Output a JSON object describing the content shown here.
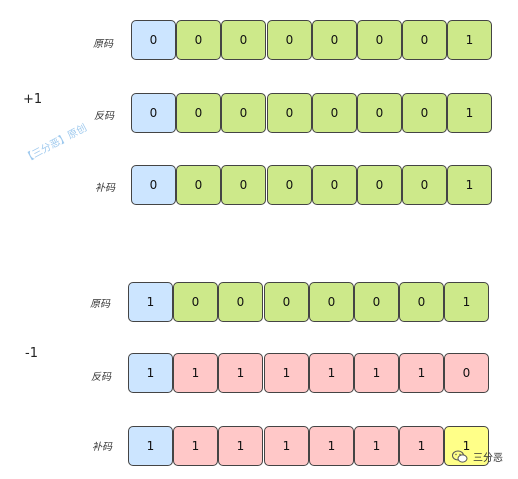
{
  "groups": [
    {
      "label": "+1",
      "rows": [
        {
          "name": "原码",
          "bits": [
            "0",
            "0",
            "0",
            "0",
            "0",
            "0",
            "0",
            "1"
          ],
          "colors": [
            "sign",
            "green",
            "green",
            "green",
            "green",
            "green",
            "green",
            "green"
          ]
        },
        {
          "name": "反码",
          "bits": [
            "0",
            "0",
            "0",
            "0",
            "0",
            "0",
            "0",
            "1"
          ],
          "colors": [
            "sign",
            "green",
            "green",
            "green",
            "green",
            "green",
            "green",
            "green"
          ]
        },
        {
          "name": "补码",
          "bits": [
            "0",
            "0",
            "0",
            "0",
            "0",
            "0",
            "0",
            "1"
          ],
          "colors": [
            "sign",
            "green",
            "green",
            "green",
            "green",
            "green",
            "green",
            "green"
          ]
        }
      ]
    },
    {
      "label": "-1",
      "rows": [
        {
          "name": "原码",
          "bits": [
            "1",
            "0",
            "0",
            "0",
            "0",
            "0",
            "0",
            "1"
          ],
          "colors": [
            "sign",
            "green",
            "green",
            "green",
            "green",
            "green",
            "green",
            "green"
          ]
        },
        {
          "name": "反码",
          "bits": [
            "1",
            "1",
            "1",
            "1",
            "1",
            "1",
            "1",
            "0"
          ],
          "colors": [
            "sign",
            "pink",
            "pink",
            "pink",
            "pink",
            "pink",
            "pink",
            "pink"
          ]
        },
        {
          "name": "补码",
          "bits": [
            "1",
            "1",
            "1",
            "1",
            "1",
            "1",
            "1",
            "1"
          ],
          "colors": [
            "sign",
            "pink",
            "pink",
            "pink",
            "pink",
            "pink",
            "pink",
            "yellow"
          ]
        }
      ]
    }
  ],
  "watermark": "【三分恶】原创",
  "logo": {
    "text": "三分恶",
    "icon": "wechat-icon"
  }
}
